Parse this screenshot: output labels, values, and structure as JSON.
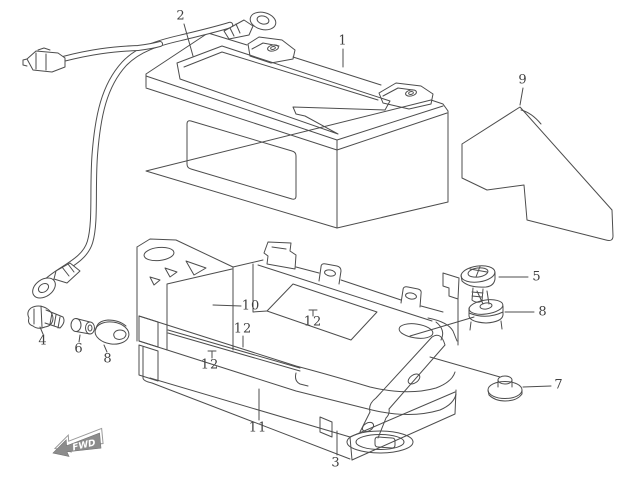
{
  "diagram": {
    "description": "Exploded parts diagram: battery, battery cable, battery tray, holder, cover and fasteners",
    "background_color": "#ffffff",
    "line_color": "#4d4d4d",
    "callouts": [
      {
        "number": "2"
      },
      {
        "number": "1"
      },
      {
        "number": "9"
      },
      {
        "number": "10"
      },
      {
        "number": "12"
      },
      {
        "number": "12"
      },
      {
        "number": "12"
      },
      {
        "number": "11"
      },
      {
        "number": "3"
      },
      {
        "number": "4"
      },
      {
        "number": "6"
      },
      {
        "number": "8"
      },
      {
        "number": "5"
      },
      {
        "number": "8"
      },
      {
        "number": "7"
      }
    ],
    "fwd_badge": {
      "text": "FWD",
      "fill_color": "#8c8c8c",
      "text_color": "#ffffff"
    }
  }
}
